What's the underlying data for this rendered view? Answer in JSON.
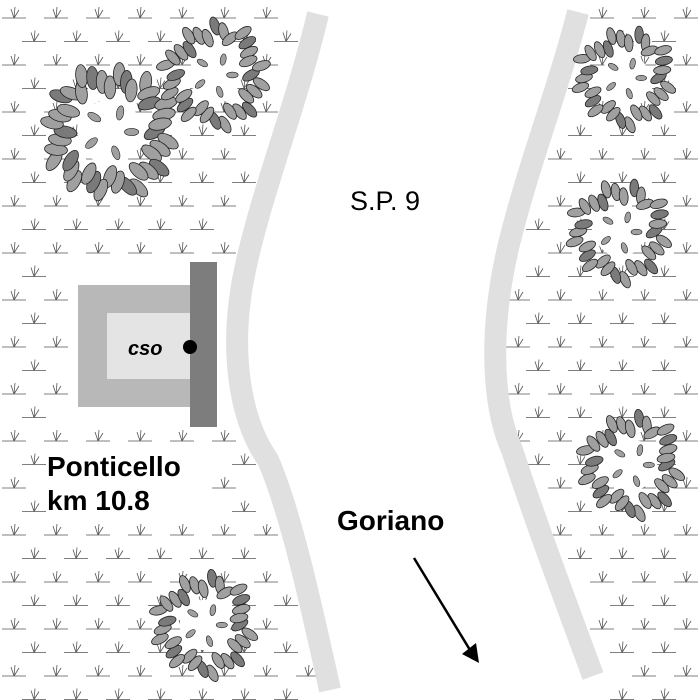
{
  "map": {
    "road_label": "S.P. 9",
    "station_name": "Ponticello",
    "station_km": "km 10.8",
    "sensor_label": "cso",
    "direction_label": "Goriano",
    "colors": {
      "road": "#e0e0e0",
      "building_outer": "#b8b8b8",
      "building_inner": "#e4e4e4",
      "building_wall": "#7d7d7d",
      "foliage": "#a0a0a0",
      "foliage_dark": "#7a7a7a",
      "grass": "#555555"
    },
    "icons": {
      "tree": "tree-icon",
      "grass": "grass-tuft-icon",
      "sensor": "sensor-dot-icon",
      "direction": "direction-arrow-icon"
    }
  }
}
